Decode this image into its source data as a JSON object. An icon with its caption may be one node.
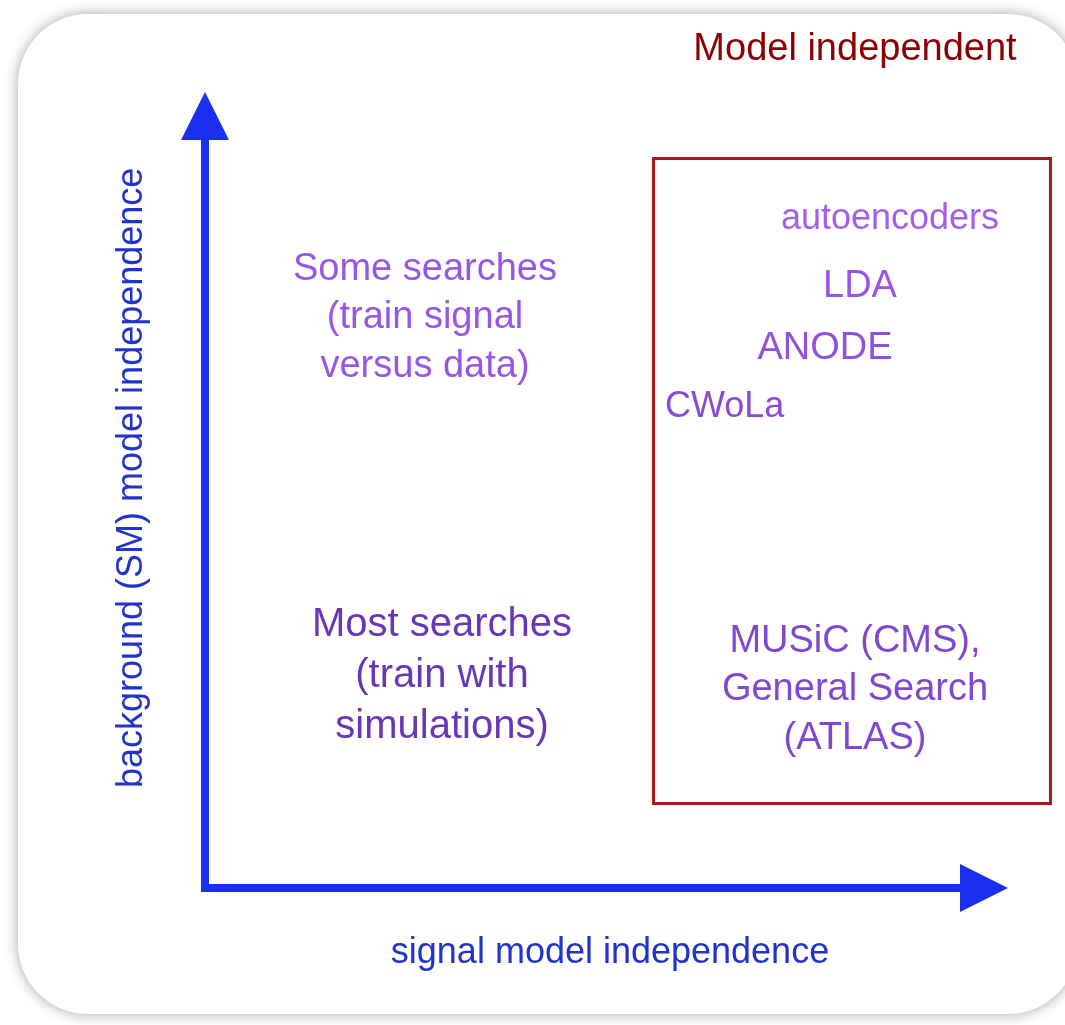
{
  "diagram": {
    "nodes": [
      {
        "text": [
          "Model independent",
          "autoencoders",
          "LDA",
          "ANODE",
          "CWoLa",
          "MUSiC (CMS), General Search (ATLAS)"
        ]
      }
    ],
    "labels": [
      "background (SM) model independence",
      "Some searches (train signal versus data)",
      "Most searches (train with simulations)",
      "signal model independence"
    ]
  }
}
